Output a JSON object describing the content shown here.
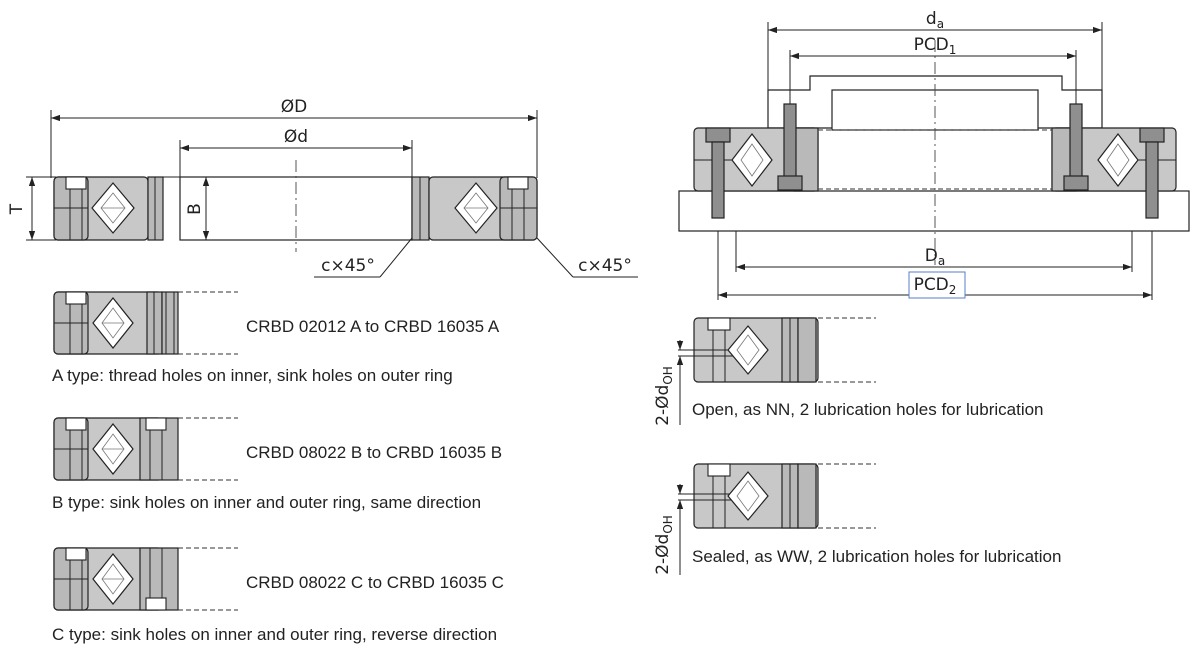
{
  "left": {
    "dims": {
      "outer_dia": "ØD",
      "inner_dia": "Ød",
      "height": "T",
      "width": "B",
      "chamfer_a": "c×45°",
      "chamfer_b": "c×45°"
    },
    "types": [
      {
        "range": "CRBD 02012 A to CRBD 16035 A",
        "caption": "A type: thread holes on inner, sink holes on outer ring"
      },
      {
        "range": "CRBD 08022 B to CRBD 16035 B",
        "caption": "B type: sink holes on inner and outer ring, same direction"
      },
      {
        "range": "CRBD 08022 C to CRBD 16035 C",
        "caption": "C type: sink holes on inner and outer ring, reverse direction"
      }
    ]
  },
  "right": {
    "dims": {
      "da": "d",
      "da_sub": "a",
      "pcd1": "PCD",
      "pcd1_sub": "1",
      "Da": "D",
      "Da_sub": "a",
      "pcd2": "PCD",
      "pcd2_sub": "2"
    },
    "lubrication": [
      {
        "hole_label": "2-Ød",
        "hole_sub": "OH",
        "caption": "Open, as NN, 2 lubrication holes for lubrication"
      },
      {
        "hole_label": "2-Ød",
        "hole_sub": "OH",
        "caption": "Sealed, as WW, 2 lubrication holes for lubrication"
      }
    ]
  }
}
